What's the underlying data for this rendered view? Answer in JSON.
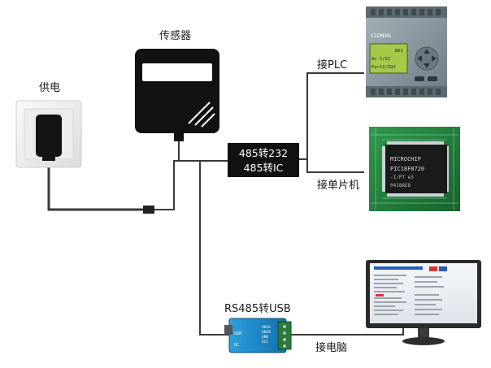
{
  "labels": {
    "power": "供电",
    "sensor": "传感器",
    "converter_line1": "485转232",
    "converter_line2": "485转IC",
    "plc": "接PLC",
    "mcu": "接单片机",
    "usb_converter": "RS485转USB",
    "computer": "接电脑"
  },
  "devices": {
    "plc_brand": "SIEMENS",
    "plc_screen_line1": "B01",
    "plc_screen_line2": "Ax I/SI",
    "plc_screen_line3": "Par1I/IQ1",
    "chip_brand": "MICROCHIP",
    "chip_model": "PIC18F8720",
    "chip_sub1": "-I/PT e3",
    "chip_sub2": "0418AE8",
    "usb_port_label": "USB",
    "usb_pins": [
      "485A",
      "485B",
      "GND",
      "VCC"
    ],
    "usb_dc_label": "DC"
  },
  "colors": {
    "line": "#3a3a3a",
    "device_black": "#111111",
    "pcb_green": "#1f7a3a",
    "plc_grey": "#8c98a0",
    "plc_screen": "#a8c84a",
    "usb_blue": "#1e88c9",
    "wall_plate": "#f2f2f2"
  }
}
